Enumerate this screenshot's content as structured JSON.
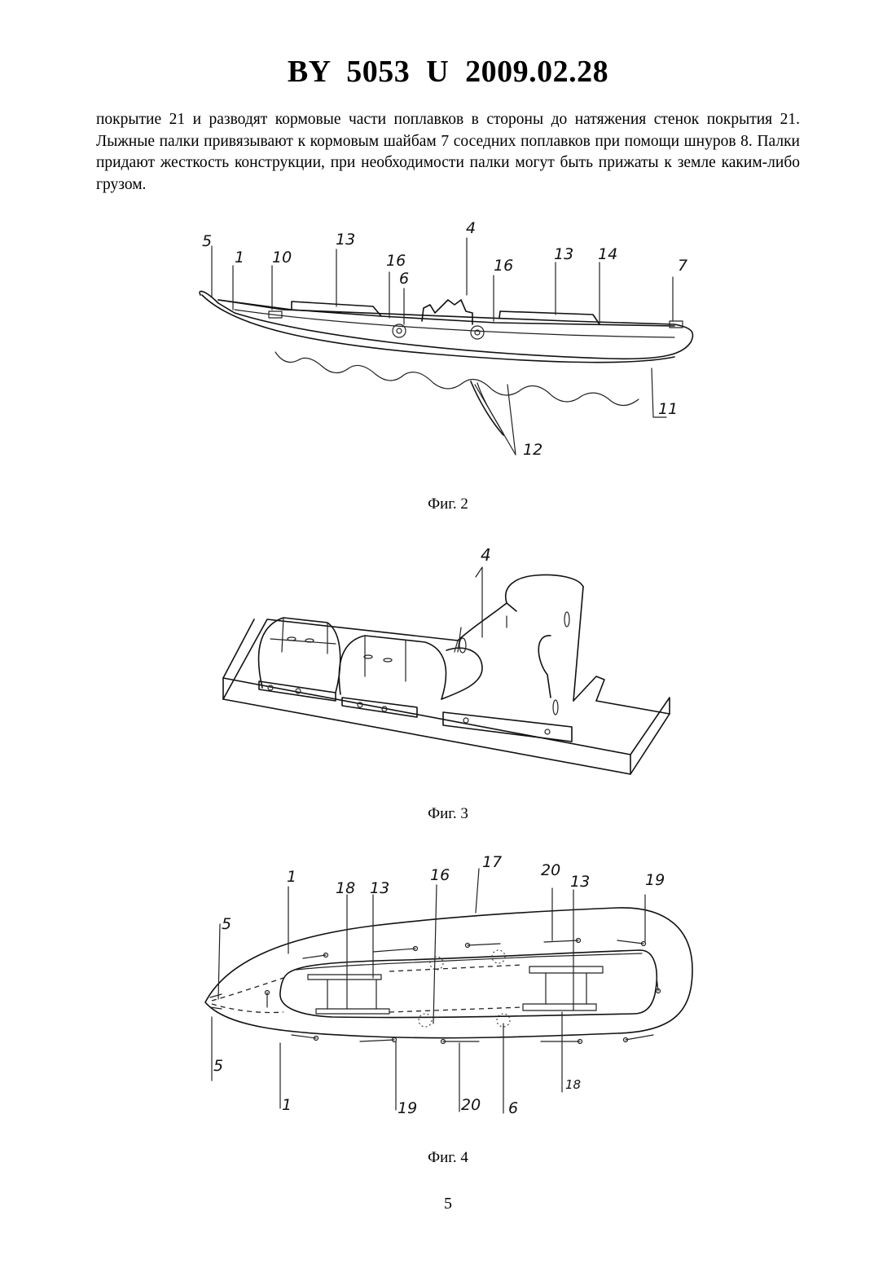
{
  "header": {
    "title": "BY  5053  U  2009.02.28"
  },
  "body_text": "покрытие 21 и разводят кормовые части поплавков в стороны до натяжения стенок покрытия 21. Лыжные палки привязывают к кормовым шайбам 7 соседних поплавков при помощи шнуров 8. Палки придают жесткость конструкции, при необходимости палки могут быть прижаты к земле каким-либо грузом.",
  "figures": [
    {
      "caption": "Фиг. 2",
      "labels": [
        "5",
        "1",
        "10",
        "13",
        "16",
        "6",
        "4",
        "16",
        "13",
        "14",
        "7",
        "11",
        "12"
      ]
    },
    {
      "caption": "Фиг. 3",
      "labels": [
        "4"
      ]
    },
    {
      "caption": "Фиг. 4",
      "labels": [
        "1",
        "5",
        "18",
        "13",
        "16",
        "17",
        "20",
        "13",
        "19",
        "5",
        "1",
        "19",
        "20",
        "6",
        "18"
      ]
    }
  ],
  "page_number": "5"
}
